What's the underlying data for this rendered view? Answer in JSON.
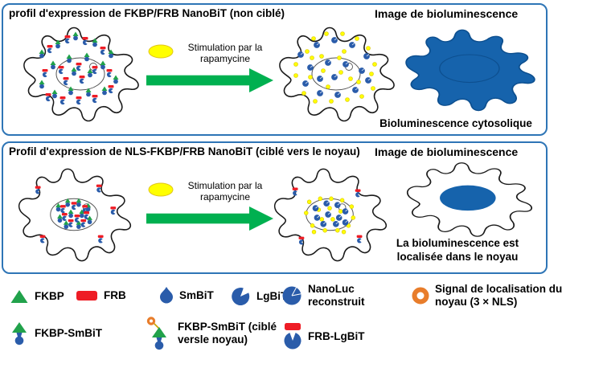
{
  "panels": {
    "top": {
      "title": "profil d'expression de FKBP/FRB NanoBiT (non ciblé)",
      "stimulation": "Stimulation par la rapamycine",
      "image_title": "Image de bioluminescence",
      "caption": "Bioluminescence cytosolique"
    },
    "bottom": {
      "title": "Profil d'expression de NLS-FKBP/FRB NanoBiT (ciblé vers le noyau)",
      "stimulation": "Stimulation par la rapamycine",
      "image_title": "Image de bioluminescence",
      "caption": "La bioluminescence est localisée dans le noyau"
    }
  },
  "legend": {
    "fkbp": "FKBP",
    "frb": "FRB",
    "smbit": "SmBiT",
    "lgbit": "LgBiT",
    "nanoluc": "NanoLuc reconstruit",
    "nls_signal": "Signal de localisation du noyau (3 × NLS)",
    "fkbp_smbit": "FKBP-SmBiT",
    "fkbp_smbit_targeted": "FKBP-SmBiT (ciblé versle noyau)",
    "frb_lgbit": "FRB-LgBiT"
  },
  "colors": {
    "panel_border": "#2e75b6",
    "arrow_green": "#00b050",
    "molecule_green": "#21a24b",
    "molecule_red": "#ee1c25",
    "molecule_blue": "#2a5caa",
    "bioluminescence_blue": "#1663ac",
    "stimulus_yellow": "#ffff00",
    "nls_orange": "#e87d2b"
  }
}
